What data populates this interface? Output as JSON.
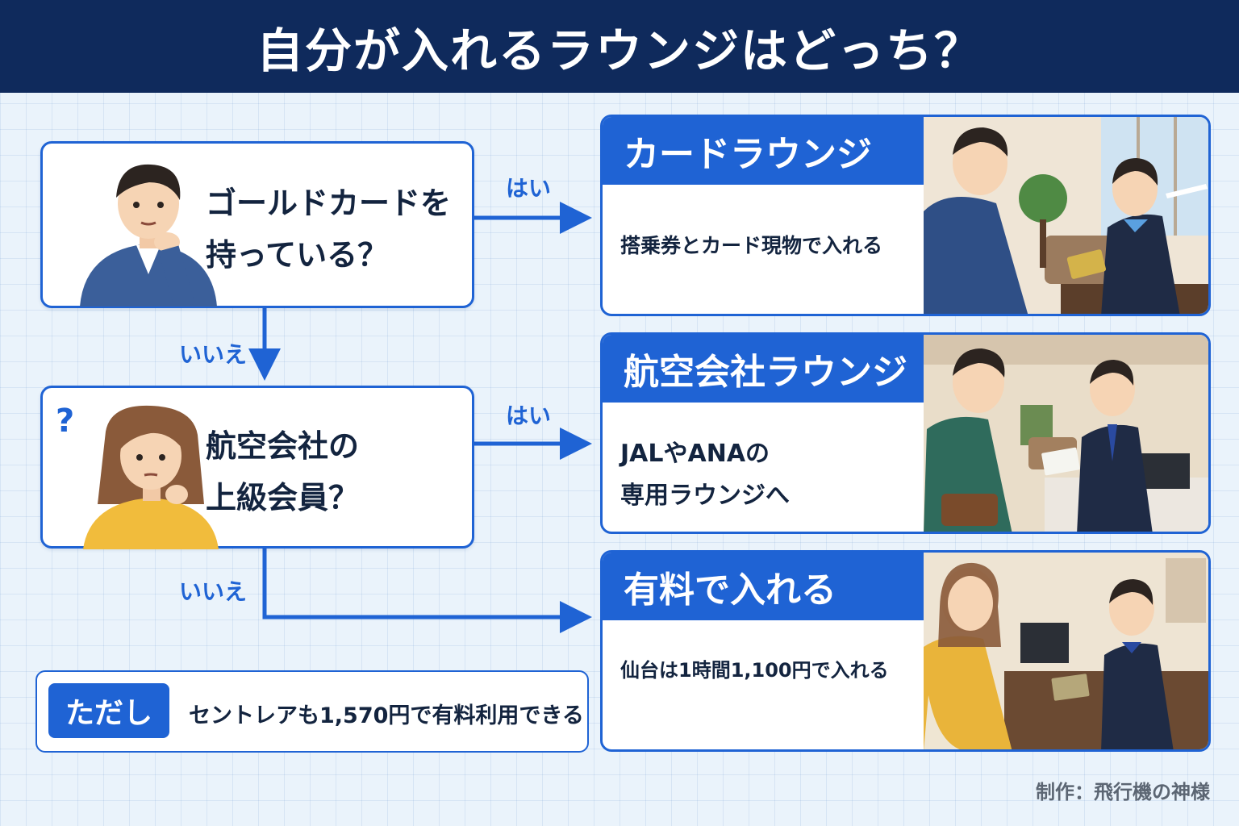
{
  "title": "自分が入れるラウンジはどっち？",
  "questions": [
    {
      "lines": [
        "ゴールドカードを",
        "持っている？"
      ]
    },
    {
      "lines": [
        "航空会社の",
        "上級会員？"
      ],
      "mark": "?"
    }
  ],
  "arrow_labels": {
    "yes1": "はい",
    "no1": "いいえ",
    "yes2": "はい",
    "no2": "いいえ"
  },
  "results": [
    {
      "heading": "カードラウンジ",
      "lines": [
        "搭乗券とカード現物で入れる"
      ]
    },
    {
      "heading": "航空会社ラウンジ",
      "lines": [
        "JALやANAの",
        "専用ラウンジへ"
      ]
    },
    {
      "heading": "有料で入れる",
      "lines": [
        "仙台は1時間1,100円で入れる"
      ]
    }
  ],
  "note": {
    "badge": "ただし",
    "text": "セントレアも1,570円で有料利用できる"
  },
  "credit": "制作：飛行機の神様",
  "colors": {
    "header": "#0f2a5c",
    "accent": "#1f63d4",
    "background": "#eaf3fb"
  }
}
